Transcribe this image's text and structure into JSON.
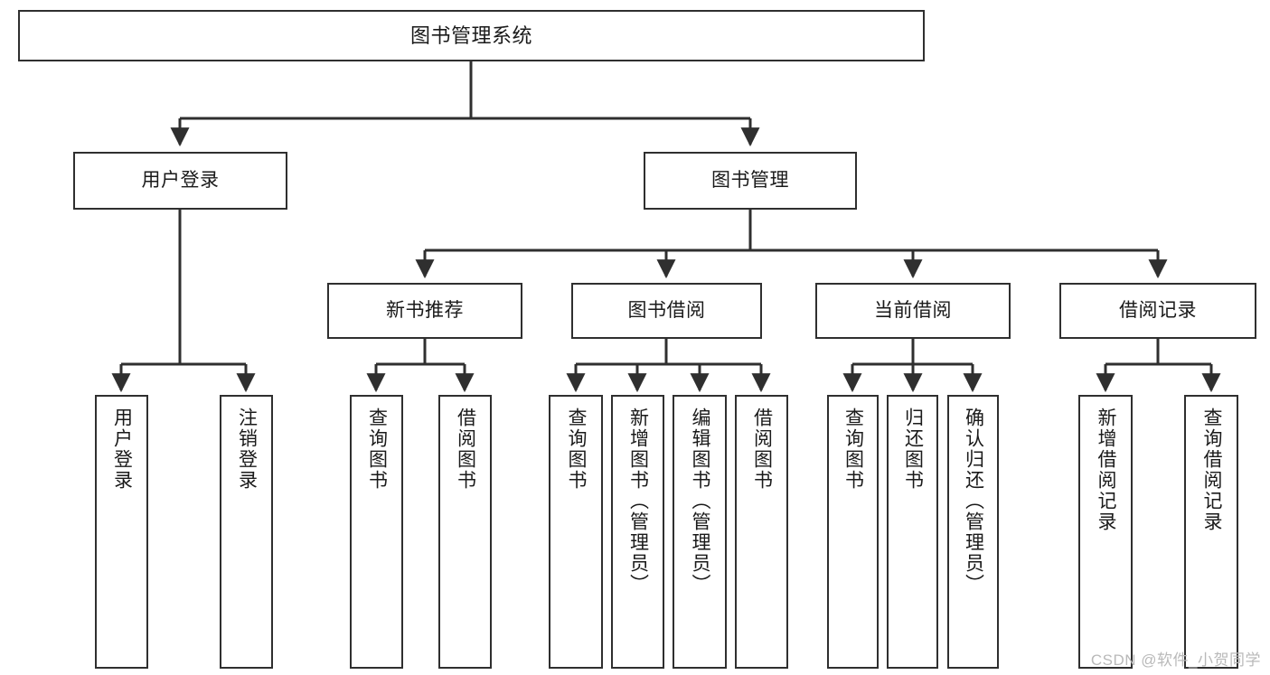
{
  "diagram": {
    "title": "图书管理系统",
    "type": "tree-hierarchy",
    "watermark": "CSDN @软件_小贺同学",
    "style": {
      "box_fill": "#ffffff",
      "box_stroke": "#2f2f2f",
      "connector": "#2f2f2f",
      "text": "#1a1a1a",
      "background": "#ffffff"
    },
    "levels": {
      "root": {
        "label": "图书管理系统"
      },
      "level2": [
        {
          "id": "user-login",
          "label": "用户登录"
        },
        {
          "id": "book-manage",
          "label": "图书管理"
        }
      ],
      "level3": [
        {
          "id": "new-book-rec",
          "label": "新书推荐",
          "parent": "book-manage"
        },
        {
          "id": "book-borrow",
          "label": "图书借阅",
          "parent": "book-manage"
        },
        {
          "id": "current-borrow",
          "label": "当前借阅",
          "parent": "book-manage"
        },
        {
          "id": "borrow-record",
          "label": "借阅记录",
          "parent": "book-manage"
        }
      ],
      "leaves": [
        {
          "id": "leaf-1",
          "label": "用户登录",
          "parent": "user-login"
        },
        {
          "id": "leaf-2",
          "label": "注销登录",
          "parent": "user-login"
        },
        {
          "id": "leaf-3",
          "label": "查询图书",
          "parent": "new-book-rec"
        },
        {
          "id": "leaf-4",
          "label": "借阅图书",
          "parent": "new-book-rec"
        },
        {
          "id": "leaf-5",
          "label": "查询图书",
          "parent": "book-borrow"
        },
        {
          "id": "leaf-6",
          "label": "新增图书（管理员）",
          "parent": "book-borrow"
        },
        {
          "id": "leaf-7",
          "label": "编辑图书（管理员）",
          "parent": "book-borrow"
        },
        {
          "id": "leaf-8",
          "label": "借阅图书",
          "parent": "book-borrow"
        },
        {
          "id": "leaf-9",
          "label": "查询图书",
          "parent": "current-borrow"
        },
        {
          "id": "leaf-10",
          "label": "归还图书",
          "parent": "current-borrow"
        },
        {
          "id": "leaf-11",
          "label": "确认归还（管理员）",
          "parent": "current-borrow"
        },
        {
          "id": "leaf-12",
          "label": "新增借阅记录",
          "parent": "borrow-record"
        },
        {
          "id": "leaf-13",
          "label": "查询借阅记录",
          "parent": "borrow-record"
        }
      ]
    }
  }
}
